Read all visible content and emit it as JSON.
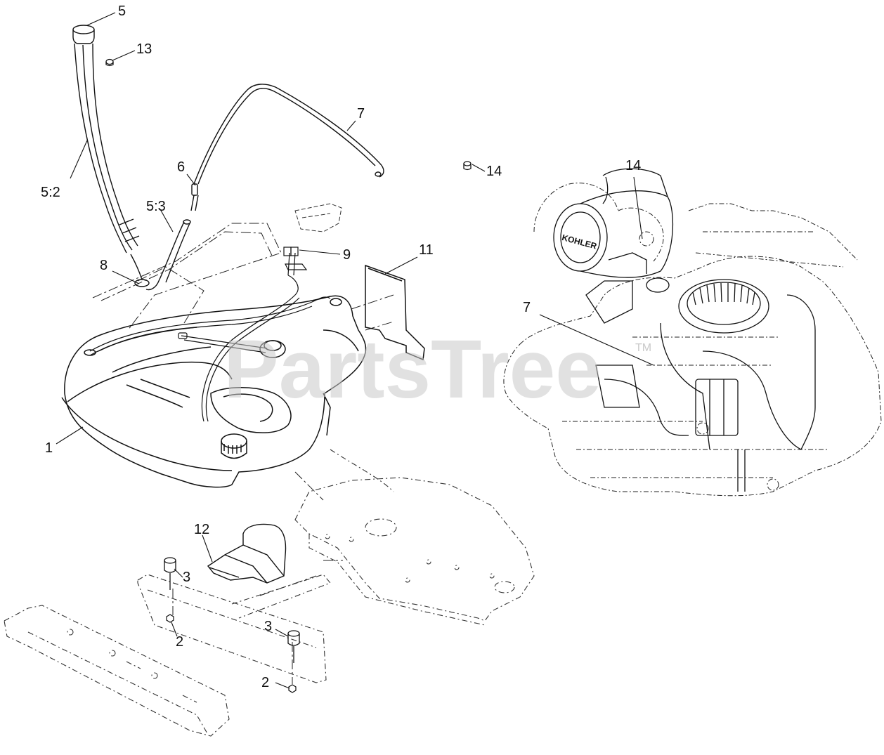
{
  "watermark": {
    "text": "PartsTree",
    "trademark": "TM"
  },
  "engine_brand": "KOHLER",
  "callouts": [
    {
      "id": "c5",
      "label": "5"
    },
    {
      "id": "c13",
      "label": "13"
    },
    {
      "id": "c7a",
      "label": "7"
    },
    {
      "id": "c6",
      "label": "6"
    },
    {
      "id": "c52",
      "label": "5:2"
    },
    {
      "id": "c53",
      "label": "5:3"
    },
    {
      "id": "c14a",
      "label": "14"
    },
    {
      "id": "c14b",
      "label": "14"
    },
    {
      "id": "c9",
      "label": "9"
    },
    {
      "id": "c11",
      "label": "11"
    },
    {
      "id": "c8",
      "label": "8"
    },
    {
      "id": "c7b",
      "label": "7"
    },
    {
      "id": "c1",
      "label": "1"
    },
    {
      "id": "c12",
      "label": "12"
    },
    {
      "id": "c3a",
      "label": "3"
    },
    {
      "id": "c2a",
      "label": "2"
    },
    {
      "id": "c3b",
      "label": "3"
    },
    {
      "id": "c2b",
      "label": "2"
    }
  ]
}
